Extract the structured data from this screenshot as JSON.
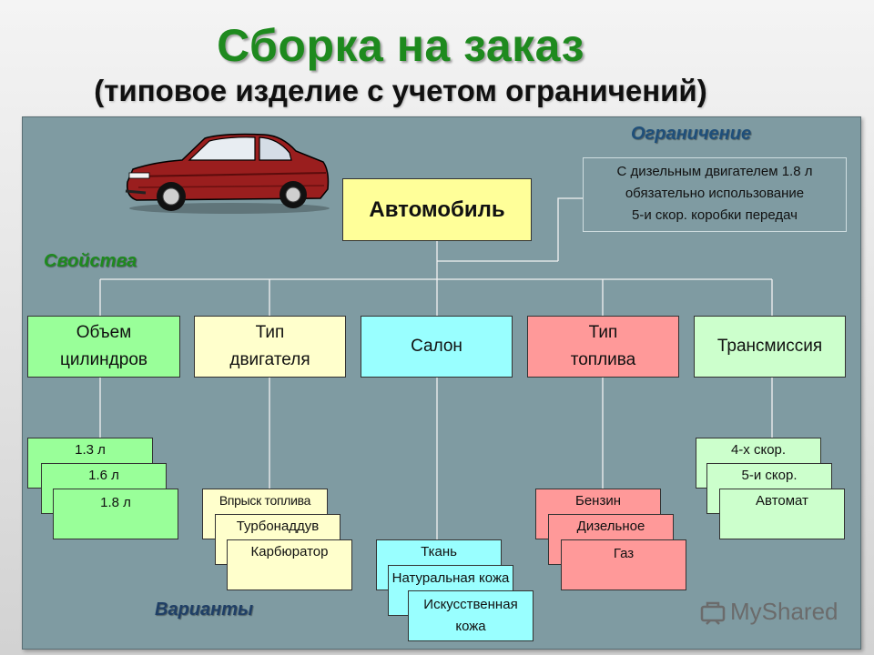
{
  "title": "Сборка на заказ",
  "subtitle": "(типовое изделие с учетом ограничений)",
  "root": "Автомобиль",
  "labels": {
    "properties": "Свойства",
    "constraint": "Ограничение",
    "variants": "Варианты"
  },
  "constraint_lines": [
    "С дизельным двигателем 1.8 л",
    "обязательно использование",
    "5-и скор.  коробки передач"
  ],
  "properties": [
    {
      "line1": "Объем",
      "line2": "цилиндров",
      "color": "#99ff99",
      "options": [
        "1.3 л",
        "1.6 л",
        "1.8 л"
      ]
    },
    {
      "line1": "Тип",
      "line2": "двигателя",
      "color": "#ffffcc",
      "options": [
        "Впрыск топлива",
        "Турбонаддув",
        "Карбюратор"
      ]
    },
    {
      "line1": "Салон",
      "line2": "",
      "color": "#99ffff",
      "options": [
        "Ткань",
        "Натуральная кожа",
        "Искусственная кожа"
      ]
    },
    {
      "line1": "Тип",
      "line2": "топлива",
      "color": "#ff9999",
      "options": [
        "Бензин",
        "Дизельное",
        "Газ"
      ]
    },
    {
      "line1": "Трансмиссия",
      "line2": "",
      "color": "#ccffcc",
      "options": [
        "4-х скор.",
        "5-и скор.",
        "Автомат"
      ]
    }
  ],
  "icons": [
    "car-image",
    "mysharedlogo-icon"
  ],
  "watermark": "MyShared"
}
